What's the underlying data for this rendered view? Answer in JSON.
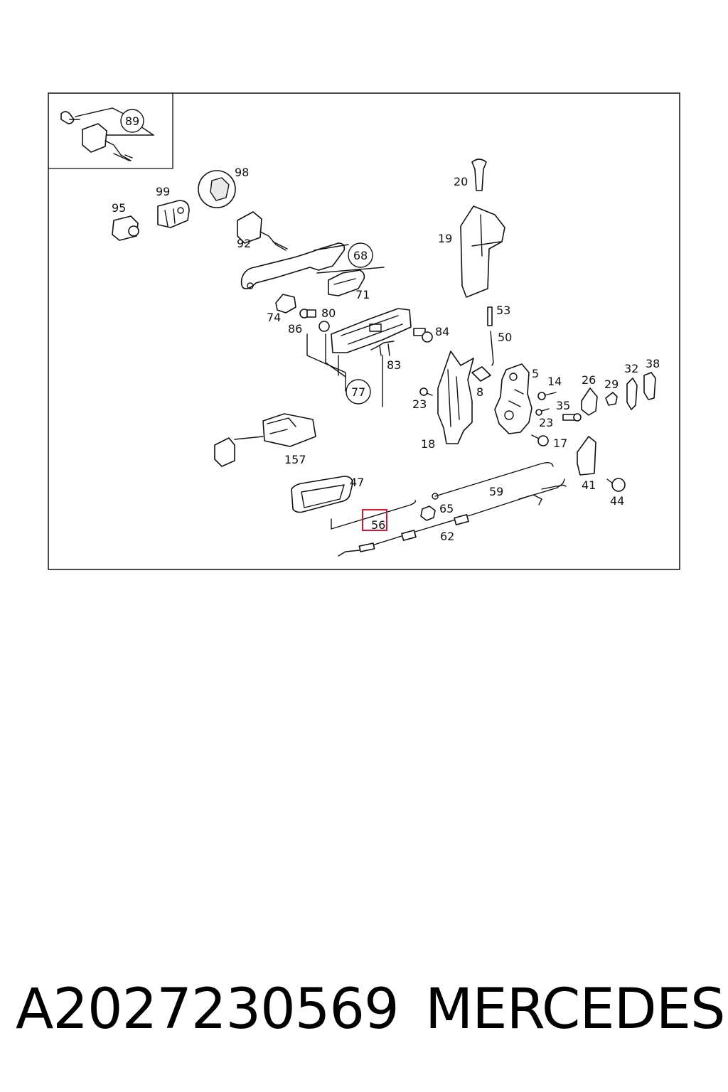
{
  "diagram": {
    "callouts": {
      "c89": "89",
      "c68": "68",
      "c77": "77"
    },
    "labels": {
      "l98": "98",
      "l99": "99",
      "l95": "95",
      "l92": "92",
      "l71": "71",
      "l74": "74",
      "l80": "80",
      "l86": "86",
      "l84": "84",
      "l83": "83",
      "l20": "20",
      "l19": "19",
      "l53": "53",
      "l50": "50",
      "l5": "5",
      "l8": "8",
      "l14": "14",
      "l26": "26",
      "l29": "29",
      "l32": "32",
      "l38": "38",
      "l35": "35",
      "l23a": "23",
      "l23b": "23",
      "l18": "18",
      "l17": "17",
      "l157": "157",
      "l41": "41",
      "l44": "44",
      "l47": "47",
      "l59": "59",
      "l65": "65",
      "l56": "56",
      "l62": "62"
    },
    "highlight": {
      "part": "56",
      "color": "#e0142a"
    }
  },
  "footer": {
    "part_number": "A2027230569",
    "brand": "MERCEDES"
  }
}
